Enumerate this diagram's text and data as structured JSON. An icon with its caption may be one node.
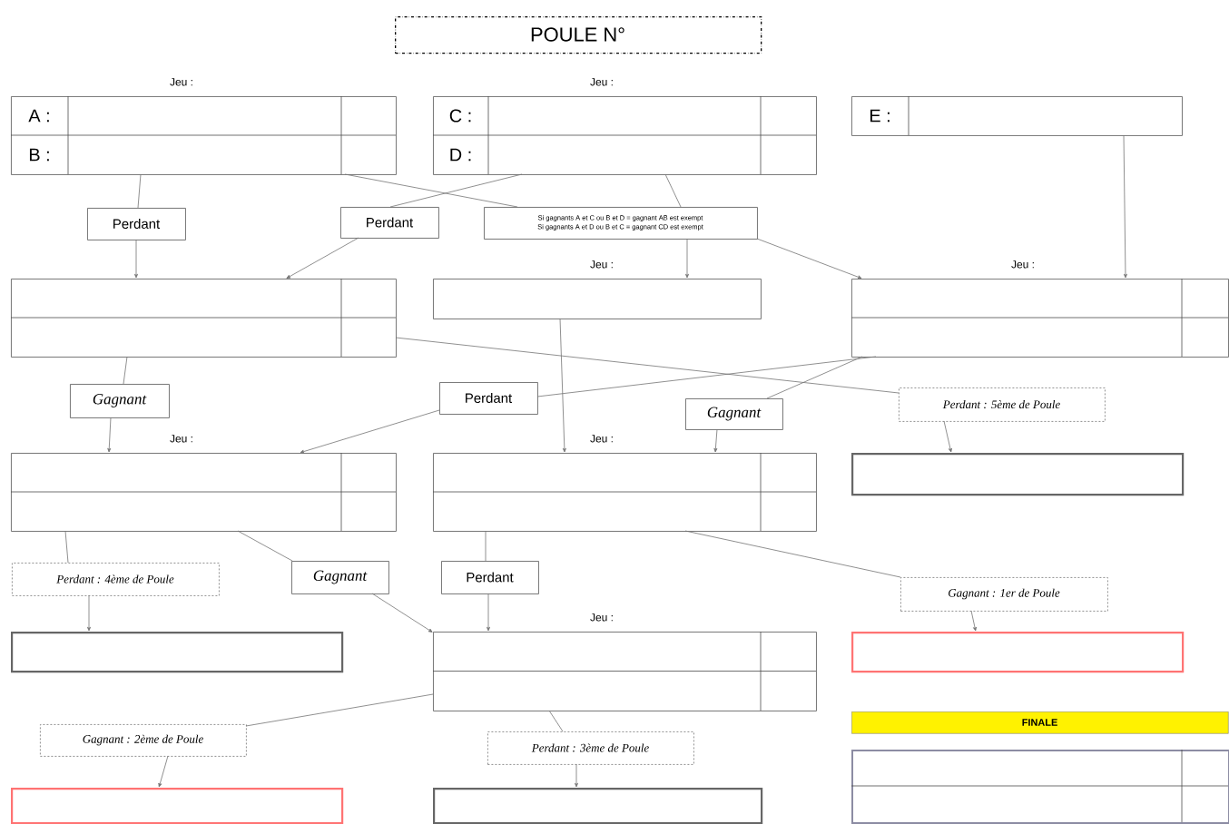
{
  "diagram": {
    "nodes": [
      {
        "text": [
          "POULE N°"
        ]
      },
      {
        "text": [
          "A :",
          "B :"
        ],
        "beside": [
          "Jeu :"
        ]
      },
      {
        "text": [
          "C :",
          "D :"
        ],
        "beside": [
          "Jeu :"
        ]
      },
      {
        "text": [
          "E :"
        ]
      },
      {
        "text": [
          "Perdant"
        ]
      },
      {
        "text": [
          "Perdant"
        ]
      },
      {
        "text": [
          "Si gagnants A et C ou B et D = gagnant AB est exempt",
          "Si gagnants A et D ou B et C = gagnant CD est exempt"
        ]
      },
      {
        "text": [],
        "shape": "box"
      },
      {
        "text": [],
        "shape": "box",
        "beside": [
          "Jeu :"
        ]
      },
      {
        "text": [],
        "shape": "box",
        "beside": [
          "Jeu :"
        ]
      },
      {
        "text": [
          "Gagnant"
        ]
      },
      {
        "text": [
          "Perdant"
        ]
      },
      {
        "text": [
          "Gagnant"
        ]
      },
      {
        "text": [
          "Perdant : 5ème de Poule"
        ]
      },
      {
        "text": [],
        "shape": "box",
        "beside": [
          "Jeu :"
        ]
      },
      {
        "text": [],
        "shape": "box",
        "beside": [
          "Jeu :"
        ]
      },
      {
        "text": [],
        "shape": "box"
      },
      {
        "text": [
          "Perdant : 4ème de Poule"
        ]
      },
      {
        "text": [
          "Gagnant"
        ]
      },
      {
        "text": [
          "Perdant"
        ]
      },
      {
        "text": [
          "Gagnant : 1er de Poule"
        ]
      },
      {
        "text": [],
        "shape": "box"
      },
      {
        "text": [],
        "shape": "box",
        "beside": [
          "Jeu :"
        ]
      },
      {
        "text": [],
        "shape": "box"
      },
      {
        "text": [
          "FINALE"
        ]
      },
      {
        "text": [
          "Gagnant : 2ème de Poule"
        ]
      },
      {
        "text": [
          "Perdant : 3ème de Poule"
        ]
      },
      {
        "text": [],
        "shape": "box"
      },
      {
        "text": [],
        "shape": "box"
      },
      {
        "text": [],
        "shape": "box"
      }
    ],
    "edges": [
      {
        "from": 1,
        "to": 4,
        "arrow": "none"
      },
      {
        "from": 4,
        "to": 7,
        "arrow": "to"
      },
      {
        "from": 2,
        "to": 5,
        "arrow": "none"
      },
      {
        "from": 5,
        "to": 7,
        "arrow": "to"
      },
      {
        "from": 1,
        "to": 6,
        "arrow": "none"
      },
      {
        "from": 2,
        "to": 6,
        "arrow": "none"
      },
      {
        "from": 6,
        "to": 8,
        "arrow": "to"
      },
      {
        "from": 6,
        "to": 9,
        "arrow": "to"
      },
      {
        "from": 3,
        "to": 9,
        "arrow": "to"
      },
      {
        "from": 7,
        "to": 10,
        "arrow": "none"
      },
      {
        "from": 10,
        "to": 14,
        "arrow": "to"
      },
      {
        "from": 7,
        "to": 13,
        "arrow": "none"
      },
      {
        "from": 13,
        "to": 16,
        "arrow": "to"
      },
      {
        "from": 8,
        "to": 15,
        "arrow": "to"
      },
      {
        "from": 9,
        "to": 11,
        "arrow": "none"
      },
      {
        "from": 11,
        "to": 14,
        "arrow": "to"
      },
      {
        "from": 9,
        "to": 12,
        "arrow": "none"
      },
      {
        "from": 12,
        "to": 15,
        "arrow": "to"
      },
      {
        "from": 14,
        "to": 17,
        "arrow": "none"
      },
      {
        "from": 17,
        "to": 21,
        "arrow": "to"
      },
      {
        "from": 14,
        "to": 18,
        "arrow": "none"
      },
      {
        "from": 18,
        "to": 22,
        "arrow": "to"
      },
      {
        "from": 15,
        "to": 19,
        "arrow": "none"
      },
      {
        "from": 19,
        "to": 22,
        "arrow": "to"
      },
      {
        "from": 15,
        "to": 20,
        "arrow": "none"
      },
      {
        "from": 20,
        "to": 23,
        "arrow": "to"
      },
      {
        "from": 22,
        "to": 25,
        "arrow": "none"
      },
      {
        "from": 22,
        "to": 26,
        "arrow": "none"
      },
      {
        "from": 26,
        "to": 29,
        "arrow": "to"
      },
      {
        "from": 25,
        "to": 28,
        "arrow": "to"
      }
    ]
  }
}
